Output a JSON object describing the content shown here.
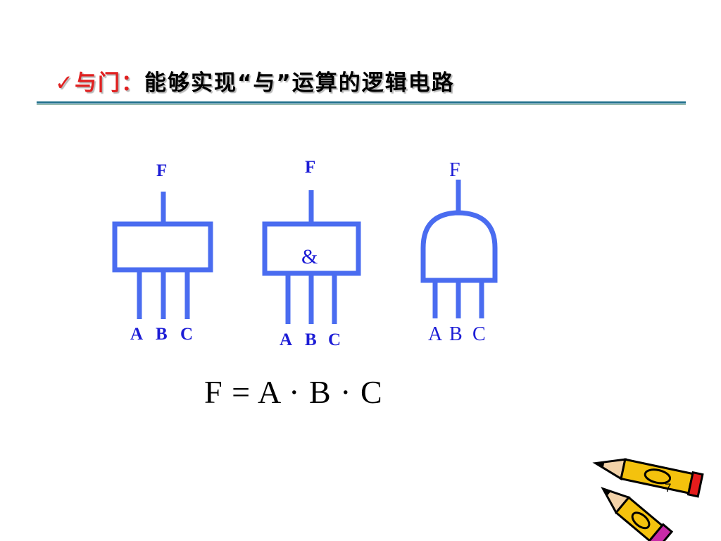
{
  "slide": {
    "title": {
      "check": "✓",
      "term": "与门：",
      "description": "能够实现“与”运算的逻辑电路"
    },
    "gates": [
      {
        "style": "rectangular",
        "output": "F",
        "inputs": [
          "A",
          "B",
          "C"
        ],
        "symbol": ""
      },
      {
        "style": "iec-rectangular",
        "output": "F",
        "inputs": [
          "A",
          "B",
          "C"
        ],
        "symbol": "&"
      },
      {
        "style": "distinctive-d-shape",
        "output": "F",
        "inputs": [
          "A",
          "B",
          "C"
        ],
        "symbol": ""
      }
    ],
    "formula": "F = A · B · C",
    "page_number": "7",
    "clipart_icon": "pencils-icon",
    "colors": {
      "gate_stroke": "#4a6cf0",
      "label": "#1d1dd6",
      "title_accent": "#e02020",
      "rule": "#1f6f8b"
    }
  }
}
